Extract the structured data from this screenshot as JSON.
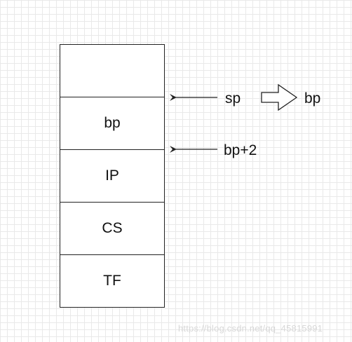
{
  "stack": {
    "cells": [
      "",
      "bp",
      "IP",
      "CS",
      "TF"
    ]
  },
  "pointers": {
    "sp_label": "sp",
    "sp_becomes_label": "bp",
    "bp_plus_2_label": "bp+2"
  },
  "watermark": "https://blog.csdn.net/qq_45815991",
  "colors": {
    "stroke": "#222222",
    "grid": "#e9e9e9"
  }
}
